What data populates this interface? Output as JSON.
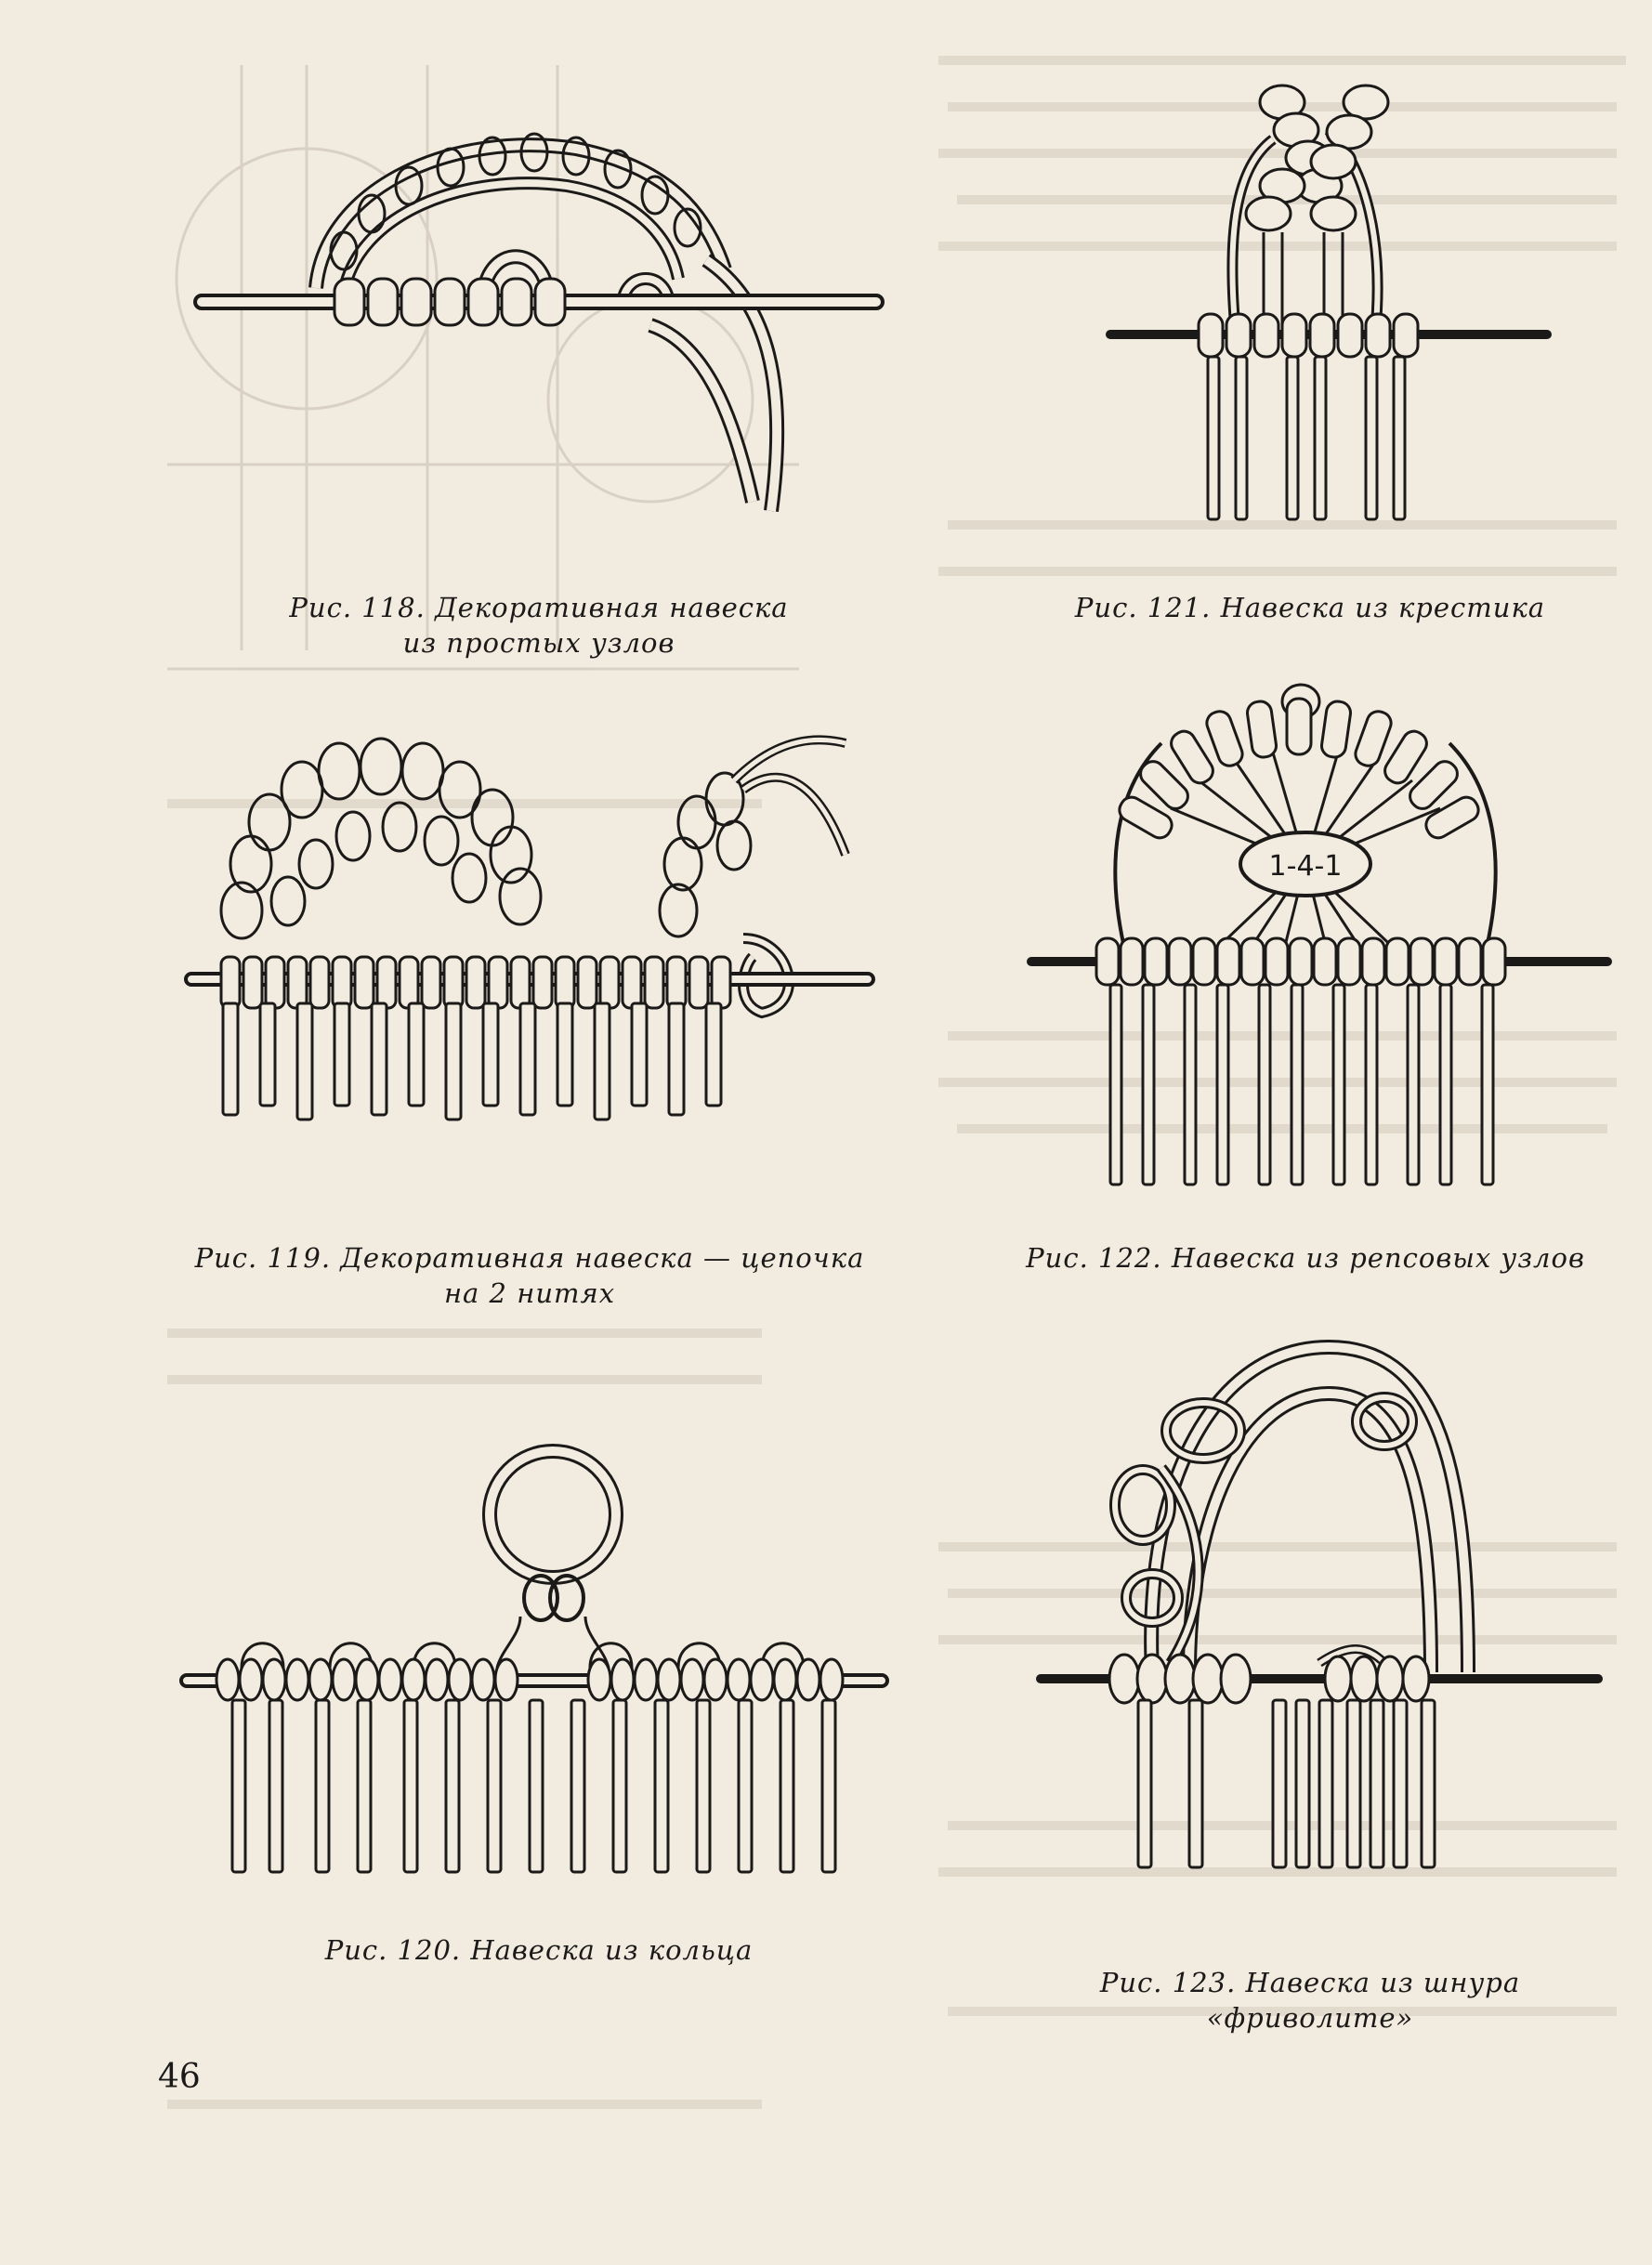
{
  "page_number": "46",
  "figures": [
    {
      "id": "fig118",
      "caption": [
        "Рис. 118. Декоративная навеска",
        "из простых узлов"
      ]
    },
    {
      "id": "fig119",
      "caption": [
        "Рис. 119. Декоративная навеска — цепочка",
        "на 2 нитях"
      ]
    },
    {
      "id": "fig120",
      "caption": [
        "Рис. 120. Навеска из кольца"
      ]
    },
    {
      "id": "fig121",
      "caption": [
        "Рис. 121. Навеска из крестика"
      ]
    },
    {
      "id": "fig122",
      "caption": [
        "Рис. 122. Навеска из репсовых узлов"
      ],
      "label": "1-4-1"
    },
    {
      "id": "fig123",
      "caption": [
        "Рис. 123. Навеска из шнура",
        "«фриволите»"
      ]
    }
  ]
}
